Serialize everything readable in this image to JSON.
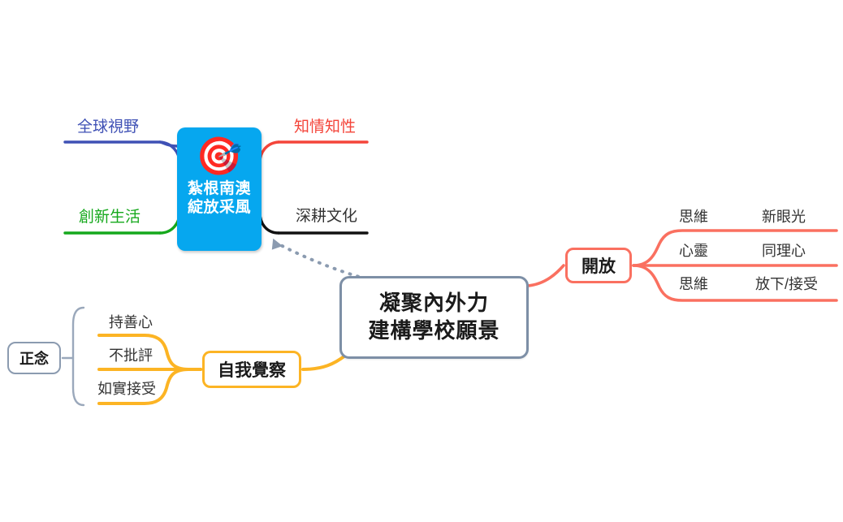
{
  "diagram": {
    "type": "mind-map",
    "title": "凝聚內外力 建構學校願景",
    "background": "#ffffff"
  },
  "central_node": {
    "name": "central-node",
    "lines": [
      "凝聚內外力",
      "建構學校願景"
    ],
    "border_color": "#7d8fa6",
    "text_color": "#1a1a1a"
  },
  "vision_card": {
    "name": "vision-card",
    "icon": "target-dartboard-icon",
    "icon_glyph": "🎯",
    "lines": [
      "紮根南澳",
      "綻放采風"
    ],
    "background": "#06a7ef",
    "text_color": "#ffffff"
  },
  "vision_branches": [
    {
      "label": "全球視野",
      "color": "#3f51b5",
      "position": "top-left"
    },
    {
      "label": "知情知性",
      "color": "#f4453a",
      "position": "top-right"
    },
    {
      "label": "創新生活",
      "color": "#15a81c",
      "position": "bottom-left"
    },
    {
      "label": "深耕文化",
      "color": "#111111",
      "text_color": "#333333",
      "position": "bottom-right"
    }
  ],
  "open_branch": {
    "node_label": "開放",
    "color": "#fa7060",
    "items": [
      {
        "category": "思維",
        "value": "新眼光"
      },
      {
        "category": "心靈",
        "value": "同理心"
      },
      {
        "category": "思維",
        "value": "放下/接受"
      }
    ]
  },
  "self_awareness_branch": {
    "node_label": "自我覺察",
    "color": "#fcb424",
    "source_label": "正念",
    "source_color": "#8b9bb0",
    "items": [
      "持善心",
      "不批評",
      "如實接受"
    ]
  },
  "connector": {
    "name": "dotted-arrow-connector",
    "style": "dotted",
    "color": "#8b9bb0",
    "from": "central-node",
    "to": "vision-card"
  }
}
